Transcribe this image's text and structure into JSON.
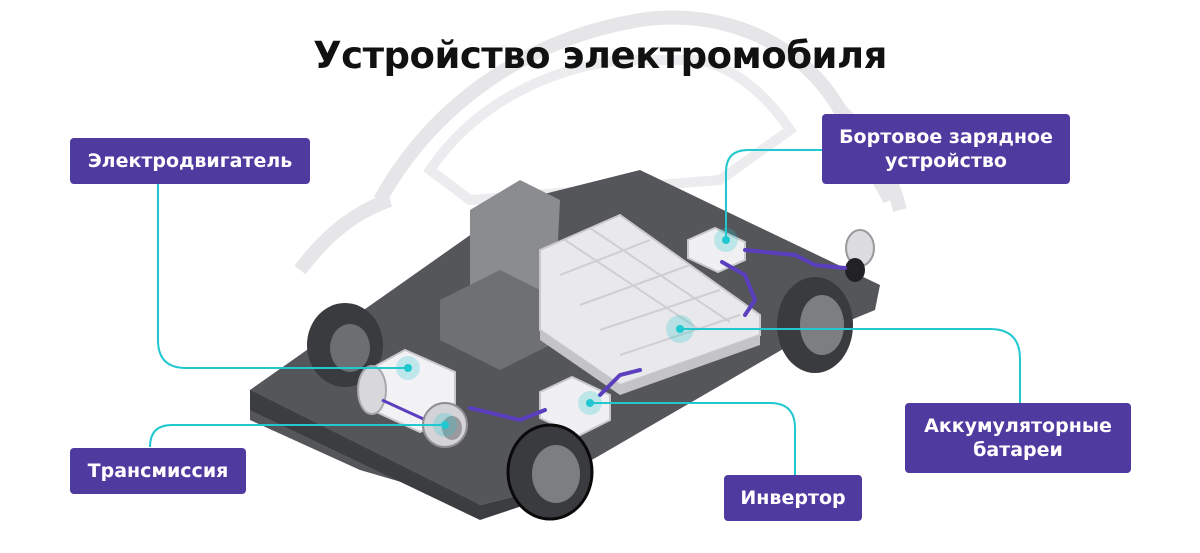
{
  "title": "Устройство электромобиля",
  "colors": {
    "label_bg": "#4f3aa0",
    "connector": "#22c8d0",
    "cable": "#5b3fbf",
    "chassis": "#55565a",
    "wheel": "#3a3b3e"
  },
  "labels": {
    "motor": "Электродвигатель",
    "charger_line1": "Бортовое зарядное",
    "charger_line2": "устройство",
    "battery_line1": "Аккумуляторные",
    "battery_line2": "батареи",
    "transmission": "Трансмиссия",
    "inverter": "Инвертор"
  }
}
